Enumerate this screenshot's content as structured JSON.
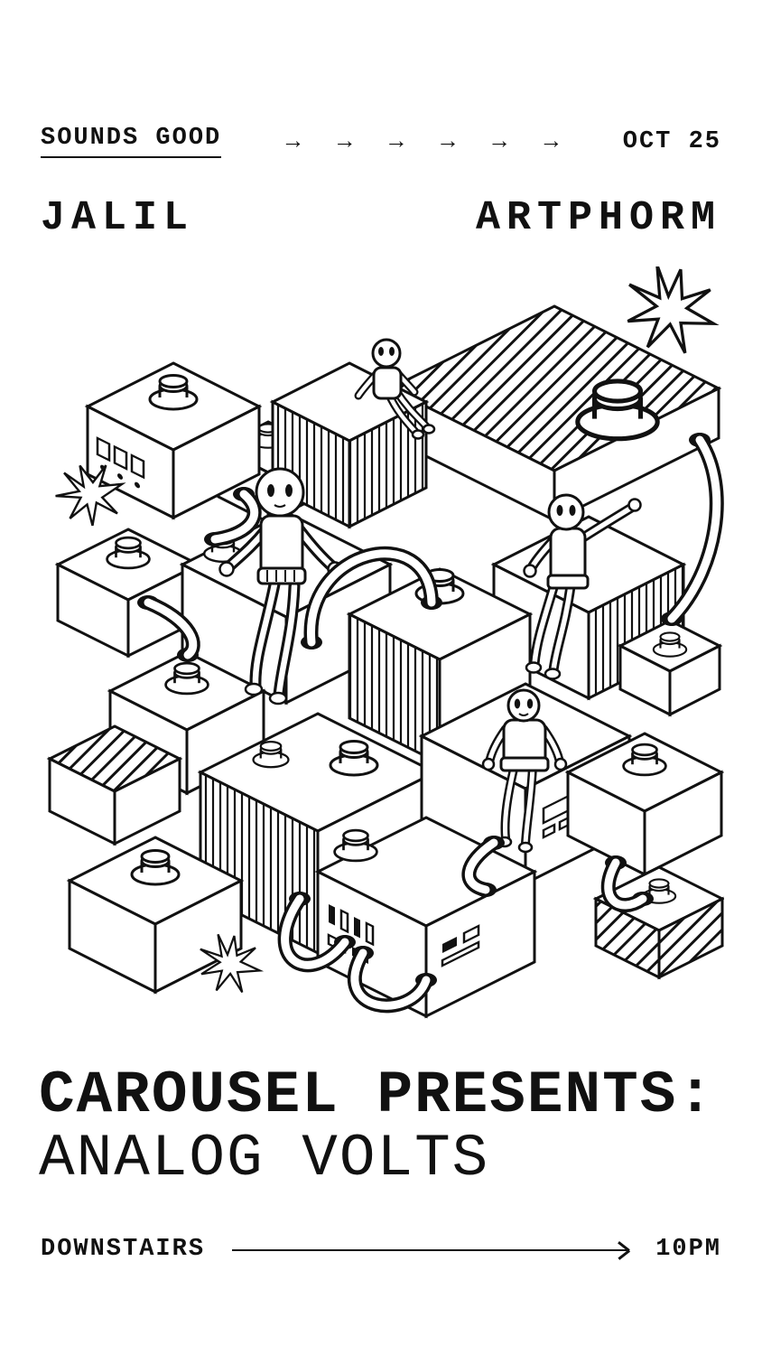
{
  "colors": {
    "ink": "#111111",
    "background": "#ffffff"
  },
  "header": {
    "brand": "SOUNDS GOOD",
    "arrows": [
      "→",
      "→",
      "→",
      "→",
      "→",
      "→"
    ],
    "date": "OCT 25"
  },
  "artists": {
    "left": "JALIL",
    "right": "ARTPHORM"
  },
  "illustration": {
    "alt": "Black and white isometric illustration of stacked modular synthesizer blocks with knobs, patch cables and starbursts, with four cartoon figures sitting on the blocks"
  },
  "title": {
    "line1": "CAROUSEL PRESENTS:",
    "line2": "ANALOG VOLTS"
  },
  "footer": {
    "venue": "DOWNSTAIRS",
    "time": "10PM"
  }
}
